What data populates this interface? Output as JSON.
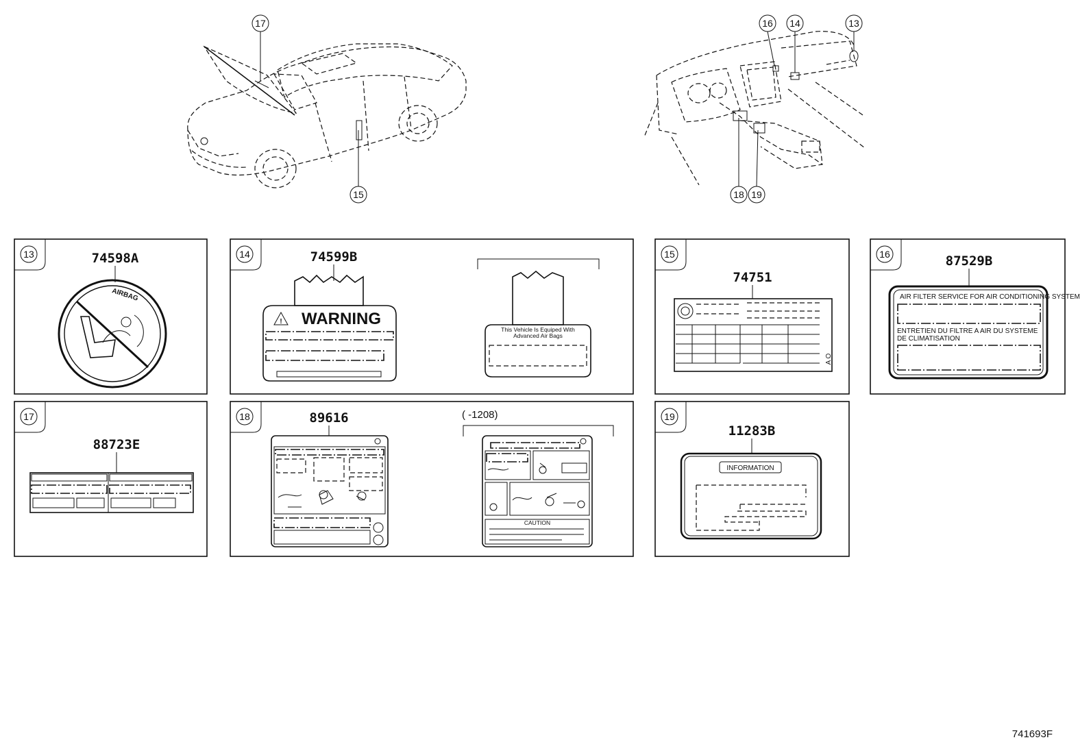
{
  "figure_number": "741693F",
  "callouts": {
    "c13": "13",
    "c14": "14",
    "c15": "15",
    "c16": "16",
    "c17": "17",
    "c18": "18",
    "c19": "19"
  },
  "panels": {
    "p13": {
      "number": "13",
      "part": "74598A",
      "label_text": "AIRBAG"
    },
    "p14": {
      "number": "14",
      "part": "74599B",
      "warning_text": "WARNING",
      "alt_line1": "This Vehicle Is Equiped With",
      "alt_line2": "Advanced  Air  Bags"
    },
    "p15": {
      "number": "15",
      "part": "74751",
      "side_mark": "A O"
    },
    "p16": {
      "number": "16",
      "part": "87529B",
      "heading_en": "AIR FILTER SERVICE FOR AIR CONDITIONING SYSTEM",
      "heading_fr_1": "ENTRETIEN DU FILTRE A AIR DU SYSTEME",
      "heading_fr_2": "DE CLIMATISATION"
    },
    "p17": {
      "number": "17",
      "part": "88723E"
    },
    "p18": {
      "number": "18",
      "part": "89616",
      "variant": "(      -1208)",
      "caution": "CAUTION"
    },
    "p19": {
      "number": "19",
      "part": "11283B",
      "info_text": "INFORMATION"
    }
  }
}
